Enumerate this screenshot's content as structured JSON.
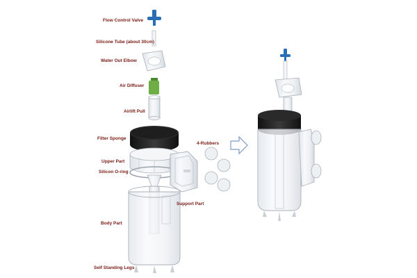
{
  "labels": {
    "flow_control_valve": "Flow Control Valve",
    "silicone_tube": "Silicone Tube (about 30cm)",
    "water_out_elbow": "Water Out Elbow",
    "air_diffuser": "Air Diffuser",
    "airlift_pull": "Airlift Pull",
    "filter_sponge": "Filter Sponge",
    "four_rubbers": "4-Rubbers",
    "upper_part": "Upper Part",
    "silicon_o_ring": "Silicon O-ring",
    "support_part": "Support Part",
    "body_part": "Body Part",
    "self_standing_legs": "Self Standing Legs"
  },
  "colors": {
    "label_text": "#7a1a14",
    "valve_blue": "#2a6fb6",
    "diffuser_green": "#6fae45",
    "sponge_black": "#1e1e1e",
    "arrow_outline": "#7d9cc4",
    "clear_plastic": "#eef1f4",
    "clear_outline": "#a9b0b8"
  }
}
